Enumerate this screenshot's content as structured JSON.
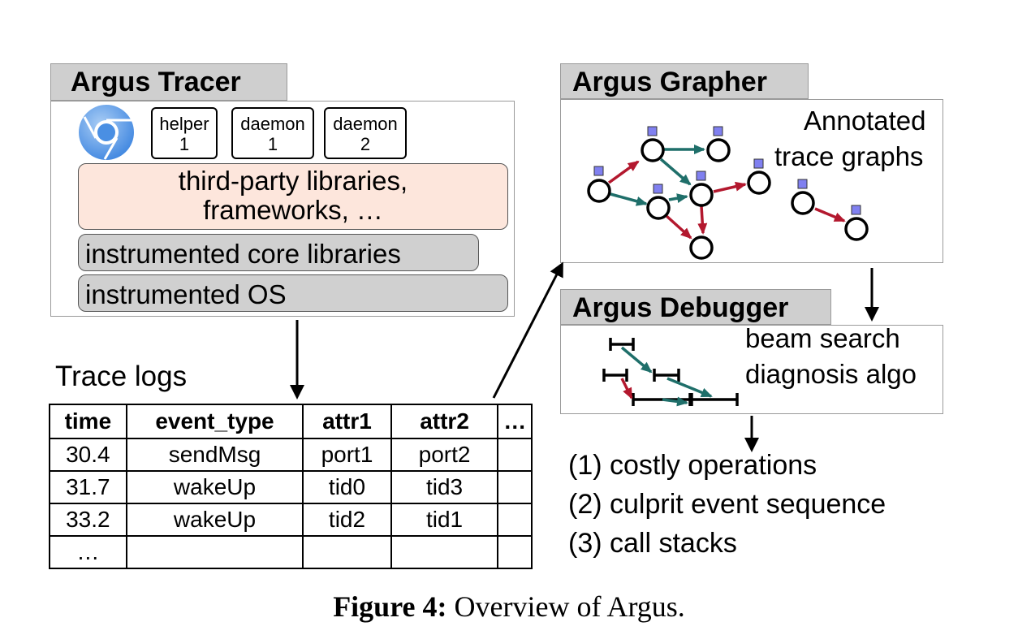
{
  "tracer": {
    "title": "Argus Tracer",
    "processes": [
      {
        "name": "helper",
        "num": "1"
      },
      {
        "name": "daemon",
        "num": "1"
      },
      {
        "name": "daemon",
        "num": "2"
      }
    ],
    "layers": {
      "third_party_line1": "third-party libraries,",
      "third_party_line2": "frameworks, …",
      "core": "instrumented core libraries",
      "os": "instrumented OS"
    }
  },
  "logs": {
    "title": "Trace logs",
    "headers": [
      "time",
      "event_type",
      "attr1",
      "attr2",
      "…"
    ],
    "rows": [
      [
        "30.4",
        "sendMsg",
        "port1",
        "port2",
        ""
      ],
      [
        "31.7",
        "wakeUp",
        "tid0",
        "tid3",
        ""
      ],
      [
        "33.2",
        "wakeUp",
        "tid2",
        "tid1",
        ""
      ],
      [
        "…",
        "",
        "",
        "",
        ""
      ]
    ]
  },
  "grapher": {
    "title": "Argus Grapher",
    "label_line1": "Annotated",
    "label_line2": "trace graphs"
  },
  "debugger": {
    "title": "Argus Debugger",
    "label_line1": "beam search",
    "label_line2": "diagnosis algo"
  },
  "outputs": [
    "(1) costly operations",
    "(2) culprit event sequence",
    "(3) call stacks"
  ],
  "caption": {
    "label": "Figure 4:",
    "text": " Overview of Argus."
  },
  "colors": {
    "teal": "#1f6f6a",
    "red": "#b3182e",
    "node_square": "#8080f0",
    "salmon": "#fde6dc",
    "gray_layer": "#d0d0d0",
    "tab_gray": "#cfcfcf"
  }
}
